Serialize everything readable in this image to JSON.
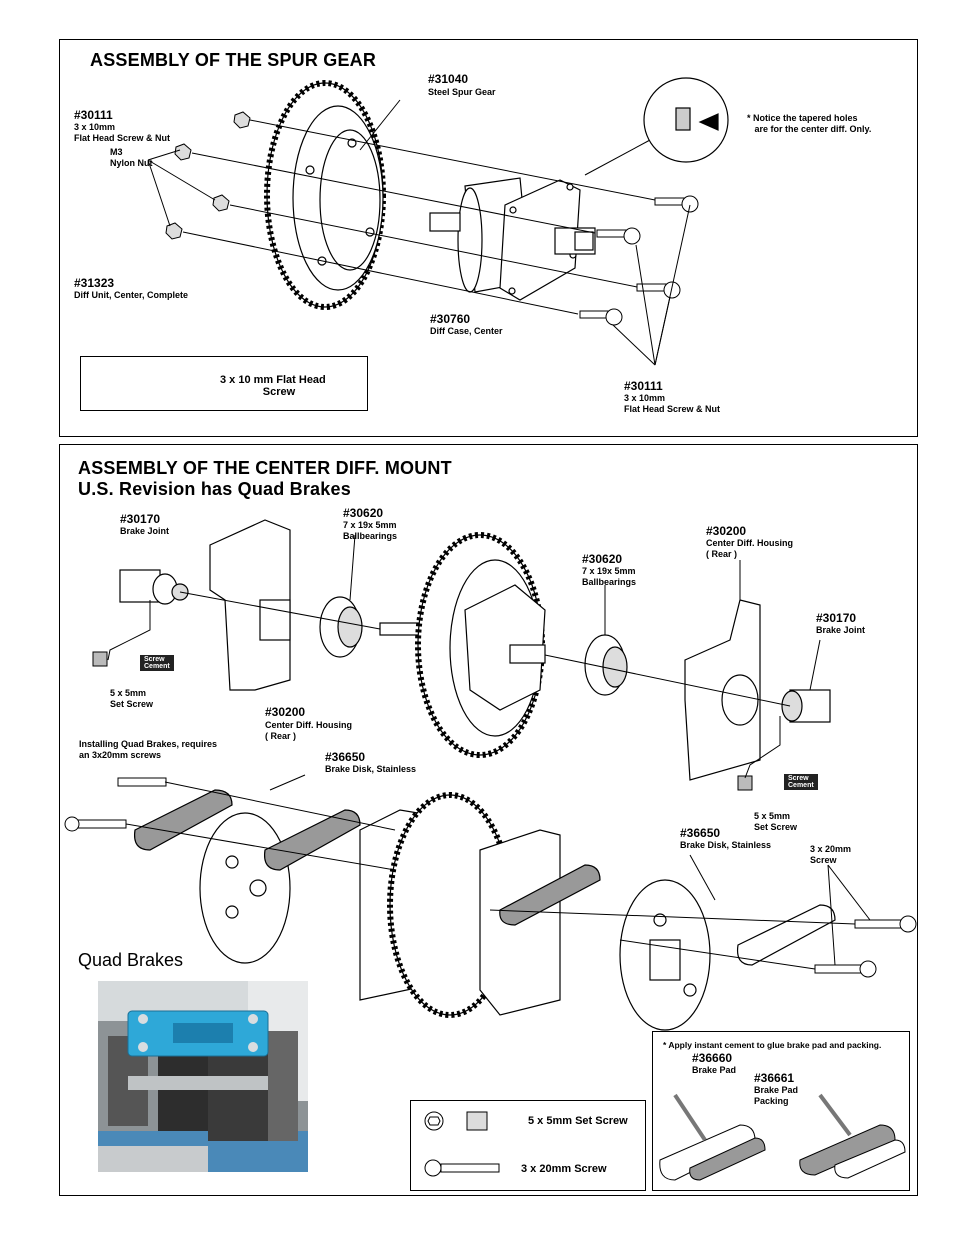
{
  "spur": {
    "title": "ASSEMBLY OF THE SPUR GEAR",
    "p31040": {
      "num": "#31040",
      "desc": "Steel Spur Gear"
    },
    "p30111a": {
      "num": "#30111",
      "desc": "3 x 10mm\nFlat Head Screw & Nut"
    },
    "m3": "M3\nNylon Nut",
    "p31323": {
      "num": "#31323",
      "desc": "Diff Unit, Center, Complete"
    },
    "p30760": {
      "num": "#30760",
      "desc": "Diff Case, Center"
    },
    "p30111b": {
      "num": "#30111",
      "desc": "3 x 10mm\nFlat Head Screw & Nut"
    },
    "note": "* Notice the tapered holes\n   are for the center diff. Only.",
    "legend": "3 x 10 mm Flat Head\n              Screw"
  },
  "center": {
    "title": "ASSEMBLY OF THE CENTER DIFF. MOUNT",
    "subtitle": "U.S. Revision has Quad Brakes",
    "p30170a": {
      "num": "#30170",
      "desc": "Brake Joint"
    },
    "p30620a": {
      "num": "#30620",
      "desc": "7 x 19x 5mm\nBallbearings"
    },
    "p30200a": {
      "num": "#30200",
      "desc": "Center Diff. Housing\n( Rear )"
    },
    "p30620b": {
      "num": "#30620",
      "desc": "7 x 19x 5mm\nBallbearings"
    },
    "p30200b": {
      "num": "#30200",
      "desc": "Center Diff. Housing\n( Rear )"
    },
    "p30170b": {
      "num": "#30170",
      "desc": "Brake Joint"
    },
    "setscrew_a": "5 x 5mm\nSet Screw",
    "setscrew_b": "5 x 5mm\nSet Screw",
    "cement": "Screw\nCement",
    "quad_note": "Installing Quad Brakes, requires\nan 3x20mm screws",
    "p36650a": {
      "num": "#36650",
      "desc": "Brake Disk, Stainless"
    },
    "p36650b": {
      "num": "#36650",
      "desc": "Brake Disk, Stainless"
    },
    "screw20": "3 x 20mm\nScrew",
    "quad_title": "Quad Brakes",
    "legend_setscrew": "5 x 5mm Set Screw",
    "legend_20mm": "3 x 20mm Screw",
    "cement_note": "* Apply instant cement to glue brake pad and packing.",
    "p36660": {
      "num": "#36660",
      "desc": "Brake Pad"
    },
    "p36661": {
      "num": "#36661",
      "desc": "Brake Pad\nPacking"
    }
  }
}
